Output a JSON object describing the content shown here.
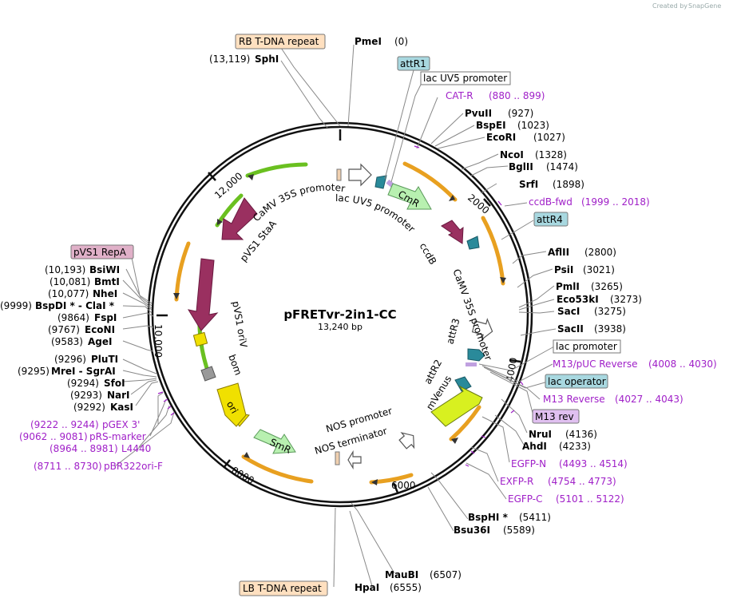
{
  "credit": "Created by",
  "brand": "SnapGene",
  "plasmid": {
    "name": "pFRETvr-2in1-CC",
    "size": "13,240 bp"
  },
  "ticks": [
    "2000",
    "4000",
    "6000",
    "8000",
    "10,000",
    "12,000"
  ],
  "boxed_labels": {
    "rb": "RB T-DNA repeat",
    "attr1": "attR1",
    "lacuv5": "lac UV5 promoter",
    "attr4": "attR4",
    "pvs1repa": "pVS1 RepA",
    "lacprom": "lac promoter",
    "lacop": "lac operator",
    "m13rev": "M13 rev",
    "lb": "LB T-DNA repeat"
  },
  "sites": [
    {
      "n": "PmeI",
      "p": "(0)"
    },
    {
      "n": "SphI",
      "p": "(13,119)"
    },
    {
      "n": "PvuII",
      "p": "(927)"
    },
    {
      "n": "BspEI",
      "p": "(1023)"
    },
    {
      "n": "EcoRI",
      "p": "(1027)"
    },
    {
      "n": "NcoI",
      "p": "(1328)"
    },
    {
      "n": "BglII",
      "p": "(1474)"
    },
    {
      "n": "SrfI",
      "p": "(1898)"
    },
    {
      "n": "AflII",
      "p": "(2800)"
    },
    {
      "n": "PsiI",
      "p": "(3021)"
    },
    {
      "n": "PmlI",
      "p": "(3265)"
    },
    {
      "n": "Eco53kI",
      "p": "(3273)"
    },
    {
      "n": "SacI",
      "p": "(3275)"
    },
    {
      "n": "SacII",
      "p": "(3938)"
    },
    {
      "n": "NruI",
      "p": "(4136)"
    },
    {
      "n": "AhdI",
      "p": "(4233)"
    },
    {
      "n": "BspHI *",
      "p": "(5411)"
    },
    {
      "n": "Bsu36I",
      "p": "(5589)"
    },
    {
      "n": "MauBI",
      "p": "(6507)"
    },
    {
      "n": "HpaI",
      "p": "(6555)"
    },
    {
      "n": "BsiWI",
      "p": "(10,193)"
    },
    {
      "n": "BmtI",
      "p": "(10,081)"
    },
    {
      "n": "NheI",
      "p": "(10,077)"
    },
    {
      "n": "BspDI *  -  ClaI *",
      "p": "(9999)"
    },
    {
      "n": "FspI",
      "p": "(9864)"
    },
    {
      "n": "EcoNI",
      "p": "(9767)"
    },
    {
      "n": "AgeI",
      "p": "(9583)"
    },
    {
      "n": "PluTI",
      "p": "(9296)"
    },
    {
      "n": "MreI  -  SgrAI",
      "p": "(9295)"
    },
    {
      "n": "SfoI",
      "p": "(9294)"
    },
    {
      "n": "NarI",
      "p": "(9293)"
    },
    {
      "n": "KasI",
      "p": "(9292)"
    }
  ],
  "primers": [
    {
      "n": "CAT-R",
      "p": "(880 .. 899)"
    },
    {
      "n": "ccdB-fwd",
      "p": "(1999 .. 2018)"
    },
    {
      "n": "M13/pUC Reverse",
      "p": "(4008 .. 4030)"
    },
    {
      "n": "M13 Reverse",
      "p": "(4027 .. 4043)"
    },
    {
      "n": "EGFP-N",
      "p": "(4493 .. 4514)"
    },
    {
      "n": "EXFP-R",
      "p": "(4754 .. 4773)"
    },
    {
      "n": "EGFP-C",
      "p": "(5101 .. 5122)"
    },
    {
      "n": "pGEX 3'",
      "p": "(9222 .. 9244)"
    },
    {
      "n": "pRS-marker",
      "p": "(9062 .. 9081)"
    },
    {
      "n": "L4440",
      "p": "(8964 .. 8981)"
    },
    {
      "n": "pBR322ori-F",
      "p": "(8711 .. 8730)"
    }
  ],
  "features": {
    "camv1": "CaMV 35S promoter",
    "lacuv5in": "lac UV5 promoter",
    "cmr": "CmR",
    "ccdb": "ccdB",
    "camv2": "CaMV 35S promoter",
    "attr3": "attR3",
    "attr2": "attR2",
    "mvenus": "mVenus",
    "nosprom": "NOS promoter",
    "nosterm": "NOS terminator",
    "smr": "SmR",
    "ori": "ori",
    "bom": "bom",
    "pvs1oriv": "pVS1 oriV",
    "pvs1re": "pVS1 Re...",
    "pvs1staa": "pVS1 StaA"
  },
  "colors": {
    "backbone": "#111111",
    "orf_orange": "#e8a020",
    "orf_green": "#6ac020",
    "promoter": "#ffffff",
    "attr": "#2a8a9a",
    "marker_green": "#b8f0b0",
    "pvs1": "#9a3060",
    "ori_yellow": "#f0e000",
    "mvenus_yellow": "#d8f020",
    "primer": "#a020c8",
    "rb_box": "#ffe0c0",
    "attr_box": "#a8d8e0",
    "pvs1_box": "#e0b0c8",
    "m13_box": "#e0c0f0"
  }
}
